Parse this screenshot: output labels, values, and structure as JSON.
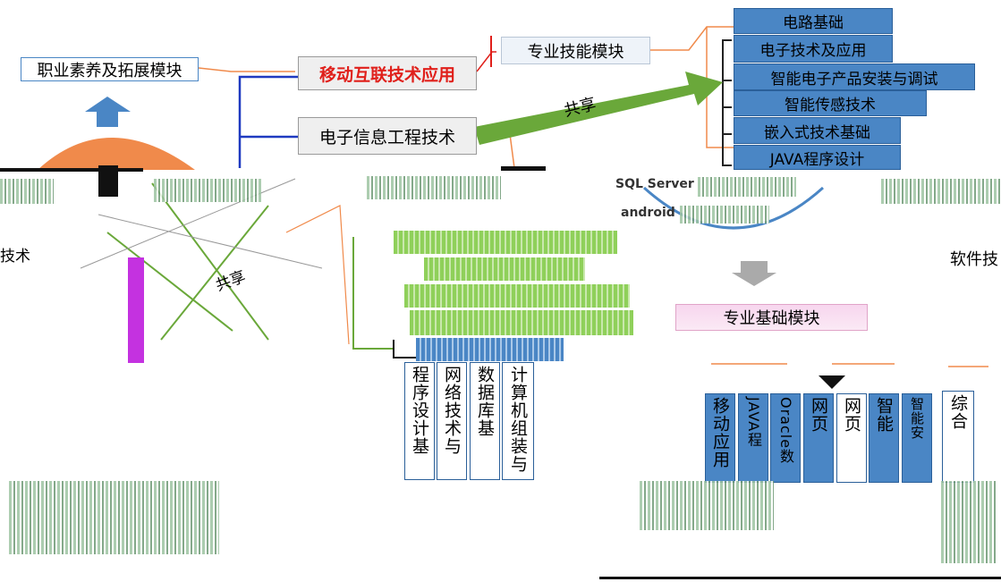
{
  "top": {
    "professional_literacy": "职业素养及拓展模块",
    "mobile_app_tech": "移动互联技术应用",
    "ee_tech": "电子信息工程技术",
    "skill_module": "专业技能模块",
    "shared": "共享"
  },
  "skill_list": [
    "电路基础",
    "电子技术及应用",
    "智能电子产品安装与调试",
    "智能传感技术",
    "嵌入式技术基础",
    "JAVA程序设计"
  ],
  "middle": {
    "left_fragment": "技术",
    "shared_left": "共享",
    "right_fragment": "软件技",
    "sql_label": "SQL Server",
    "android_label": "android",
    "basic_module": "专业基础模块"
  },
  "left_vertical": [
    "程序设计基",
    "网络技术与",
    "数据库基",
    "计算机组装与"
  ],
  "right_vertical": [
    "移动应用",
    "JAVA程",
    "Oracle数",
    "网页",
    "网页",
    "智能",
    "智能安",
    "综合"
  ],
  "colors": {
    "blue": "#4a86c5",
    "orange": "#f08a4b",
    "red_text": "#e0201b",
    "green_arrow": "#6aa83a",
    "dark_blue_line": "#1f3ac0",
    "purple": "#c432e0"
  }
}
